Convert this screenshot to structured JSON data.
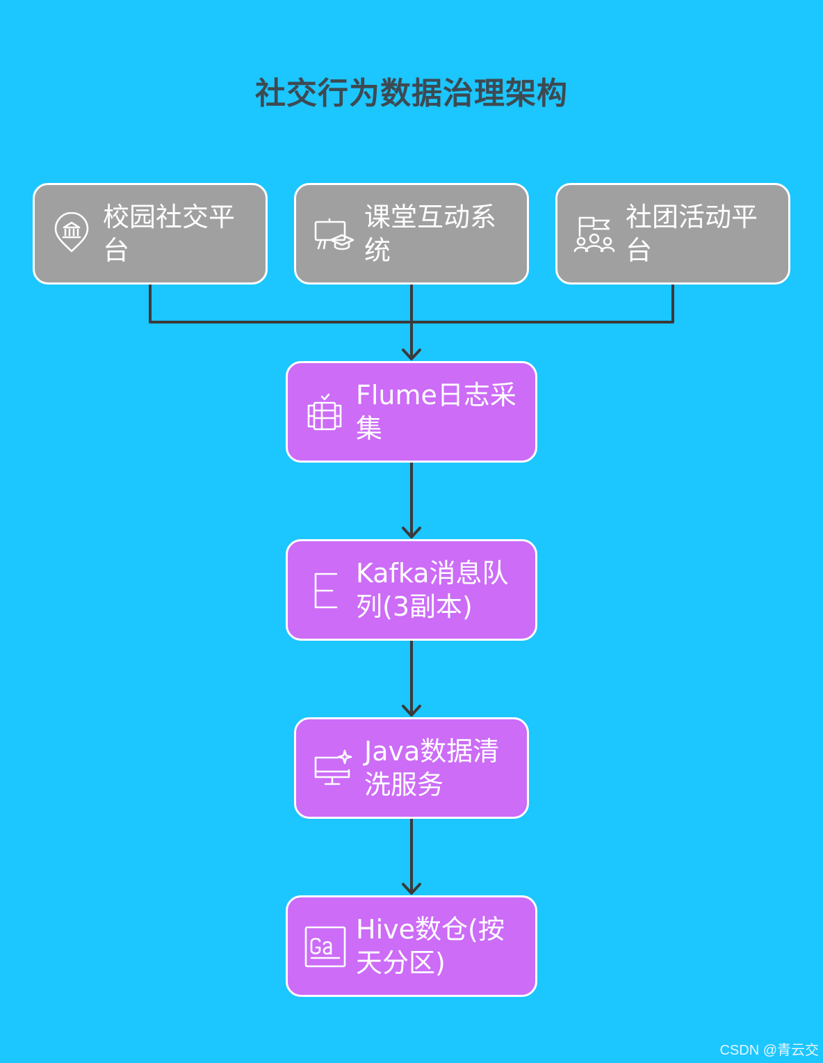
{
  "title": "社交行为数据治理架构",
  "sources": [
    {
      "label": "校园社交平台",
      "icon": "bank-location-icon"
    },
    {
      "label": "课堂互动系统",
      "icon": "classroom-graduation-icon"
    },
    {
      "label": "社团活动平台",
      "icon": "flag-group-icon"
    }
  ],
  "pipeline": [
    {
      "label": "Flume日志采集",
      "icon": "log-collector-icon"
    },
    {
      "label": "Kafka消息队列(3副本)",
      "icon": "kafka-letter-icon"
    },
    {
      "label": "Java数据清洗服务",
      "icon": "monitor-sparkle-icon"
    },
    {
      "label": "Hive数仓(按天分区)",
      "icon": "ga-square-icon"
    }
  ],
  "colors": {
    "background": "#1cc6ff",
    "source_node": "#a0a0a0",
    "pipeline_node": "#cc6cf7",
    "connector": "#3a3a3a",
    "title": "#3d4a52"
  },
  "watermark": "CSDN @青云交"
}
